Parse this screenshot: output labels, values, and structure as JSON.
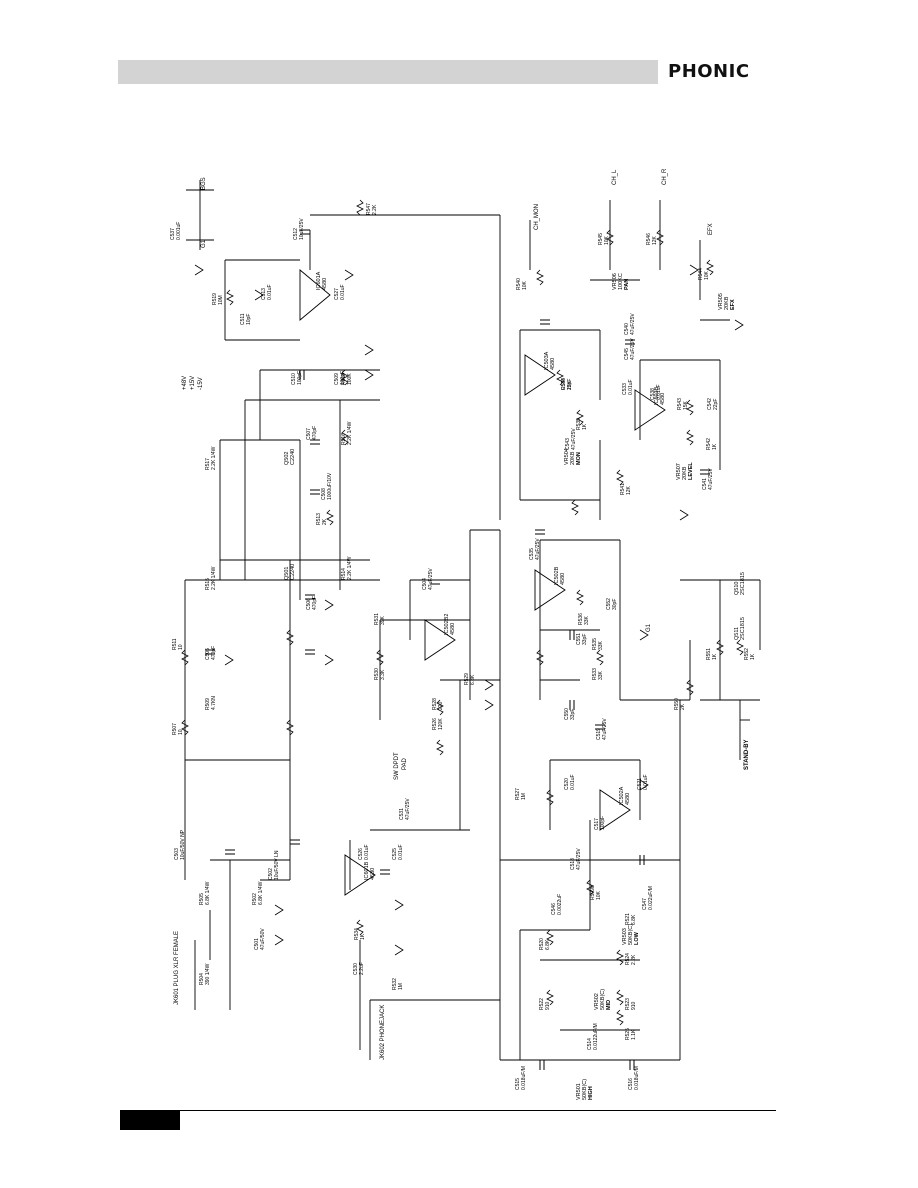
{
  "header": {
    "brand": "PHONIC"
  },
  "footer": {
    "page_number": ""
  },
  "schematic": {
    "connectors": {
      "xlr_input": "JK601 PLUG XLR FEMALE",
      "phone_jack": "JK602 PHONEJACK",
      "ch_mon": "CH_MON",
      "ch_l": "CH_L",
      "ch_r": "CH_R",
      "efx": "EFX",
      "stand_by": "STAND-BY",
      "g1": "G1",
      "bgs": "BGS",
      "g1_bottom": "G1"
    },
    "opamps": [
      {
        "id": "IC601A",
        "type": "4580"
      },
      {
        "id": "IC601B",
        "type": "4580"
      },
      {
        "id": "IC502A",
        "type": "4580"
      },
      {
        "id": "IC502B",
        "type": "4580"
      },
      {
        "id": "IC503A",
        "type": "4580"
      },
      {
        "id": "IC503B",
        "type": "4580"
      },
      {
        "id": "IC502B2",
        "type": "4580"
      }
    ],
    "transistors": [
      {
        "id": "Q501",
        "type": "C2240"
      },
      {
        "id": "Q502",
        "type": "C2240"
      },
      {
        "id": "Q510",
        "type": "2SC1815"
      },
      {
        "id": "Q511",
        "type": "2SC1815"
      }
    ],
    "pots": [
      {
        "id": "VR501",
        "value": "50KB(C)",
        "label": "HIGH"
      },
      {
        "id": "VR502",
        "value": "50KB(C)",
        "label": "MID"
      },
      {
        "id": "VR503",
        "value": "50KB(C)",
        "label": "LOW"
      },
      {
        "id": "VR504",
        "value": "20KB",
        "label": "MON"
      },
      {
        "id": "VR505",
        "value": "20KB",
        "label": "EFX"
      },
      {
        "id": "VR506",
        "value": "100KC",
        "label": "PAN"
      },
      {
        "id": "VR507",
        "value": "20KB",
        "label": "LEVEL"
      }
    ],
    "switch": {
      "id": "SW601",
      "label": "SW DPDT",
      "sub": "PAD"
    },
    "supply": {
      "p48": "+48V",
      "p15": "+15V",
      "m15": "-15V"
    },
    "resistors": [
      {
        "id": "R504",
        "value": "390 1/4W"
      },
      {
        "id": "R505",
        "value": "6.8K 1/4W"
      },
      {
        "id": "R502",
        "value": "6.8K 1/4W"
      },
      {
        "id": "R507",
        "value": "10"
      },
      {
        "id": "R509",
        "value": "4.7KN"
      },
      {
        "id": "R511",
        "value": "10"
      },
      {
        "id": "R515",
        "value": "2.2K 1/4W"
      },
      {
        "id": "R517",
        "value": "2.2K 1/4W"
      },
      {
        "id": "R519",
        "value": "10M"
      },
      {
        "id": "R547",
        "value": "2.2K"
      },
      {
        "id": "R513",
        "value": "2K"
      },
      {
        "id": "R514",
        "value": "2.2K 1/4W"
      },
      {
        "id": "R516",
        "value": "2.2K 1/4W"
      },
      {
        "id": "R518",
        "value": "100K"
      },
      {
        "id": "R531",
        "value": "39K"
      },
      {
        "id": "R530",
        "value": "3.3K"
      },
      {
        "id": "R529",
        "value": "6.8K"
      },
      {
        "id": "R526",
        "value": "120K"
      },
      {
        "id": "R528",
        "value": "220"
      },
      {
        "id": "R534",
        "value": "1K"
      },
      {
        "id": "R532",
        "value": "1M"
      },
      {
        "id": "R520",
        "value": "6.8K"
      },
      {
        "id": "R522",
        "value": "910"
      },
      {
        "id": "R523",
        "value": "910"
      },
      {
        "id": "R525",
        "value": "1.1K"
      },
      {
        "id": "R524",
        "value": "2.2K"
      },
      {
        "id": "R521",
        "value": "6.8K"
      },
      {
        "id": "R509b",
        "value": "10K"
      },
      {
        "id": "R527",
        "value": "1M"
      },
      {
        "id": "R550",
        "value": "2K"
      },
      {
        "id": "R551",
        "value": "1K"
      },
      {
        "id": "R552",
        "value": "1K"
      },
      {
        "id": "R533",
        "value": "33K"
      },
      {
        "id": "R535",
        "value": "33K"
      },
      {
        "id": "R536",
        "value": "33K"
      },
      {
        "id": "R540",
        "value": "10K"
      },
      {
        "id": "R541",
        "value": "12K"
      },
      {
        "id": "R543",
        "value": "15K"
      },
      {
        "id": "R544",
        "value": "10K"
      },
      {
        "id": "R545",
        "value": "10K"
      },
      {
        "id": "R546",
        "value": "12K"
      },
      {
        "id": "R538",
        "value": "15K"
      },
      {
        "id": "R539",
        "value": "1K"
      },
      {
        "id": "R542",
        "value": "1K"
      }
    ],
    "capacitors": [
      {
        "id": "C503",
        "value": "10uF/50V NP"
      },
      {
        "id": "C501",
        "value": "47uF/50V"
      },
      {
        "id": "C502",
        "value": "10uF/50V LN"
      },
      {
        "id": "C505",
        "value": "470pF"
      },
      {
        "id": "C506",
        "value": "470pF"
      },
      {
        "id": "C508",
        "value": "1000uF/10V"
      },
      {
        "id": "C507",
        "value": "470pF"
      },
      {
        "id": "C510",
        "value": "100pF"
      },
      {
        "id": "C512",
        "value": "10uF/25V"
      },
      {
        "id": "C511",
        "value": "10pF"
      },
      {
        "id": "C513",
        "value": "0.01uF"
      },
      {
        "id": "C527",
        "value": "0.01uF"
      },
      {
        "id": "C509",
        "value": "100pF"
      },
      {
        "id": "C504",
        "value": "47uF/25V"
      },
      {
        "id": "C530",
        "value": "2.2uF"
      },
      {
        "id": "C531",
        "value": "47uF/25V"
      },
      {
        "id": "C526",
        "value": "0.01uF"
      },
      {
        "id": "C525",
        "value": "0.01uF"
      },
      {
        "id": "C515",
        "value": "0.018uF/M"
      },
      {
        "id": "C514",
        "value": "0.0122uF/M"
      },
      {
        "id": "C516",
        "value": "0.018uF/M"
      },
      {
        "id": "C546",
        "value": "0.0022uF"
      },
      {
        "id": "C547",
        "value": "0.022uF/M"
      },
      {
        "id": "C518",
        "value": "47uF/25V"
      },
      {
        "id": "C517",
        "value": "100pF"
      },
      {
        "id": "C520",
        "value": "0.01uF"
      },
      {
        "id": "C519",
        "value": "47uF/25V"
      },
      {
        "id": "C521",
        "value": "0.01uF"
      },
      {
        "id": "C550",
        "value": "33pF"
      },
      {
        "id": "C551",
        "value": "33pF"
      },
      {
        "id": "C552",
        "value": "30pF"
      },
      {
        "id": "C535",
        "value": "47uF/25V"
      },
      {
        "id": "C541",
        "value": "47uF/25V"
      },
      {
        "id": "C543",
        "value": "47uF/25V"
      },
      {
        "id": "C544",
        "value": "22pF"
      },
      {
        "id": "C545",
        "value": "47uF/25V"
      },
      {
        "id": "C533",
        "value": "0.01uF"
      },
      {
        "id": "C538",
        "value": "0.01uF"
      },
      {
        "id": "C542",
        "value": "22pF"
      },
      {
        "id": "C540",
        "value": "47uF/25V"
      },
      {
        "id": "C537",
        "value": "0.001uF"
      }
    ]
  }
}
